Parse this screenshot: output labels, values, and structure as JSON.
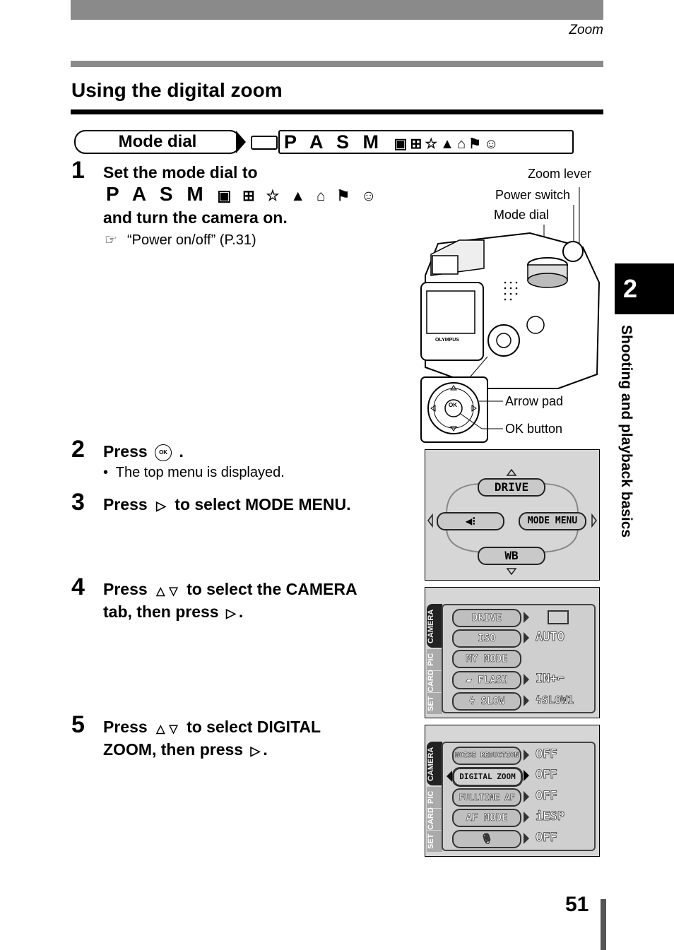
{
  "header": {
    "section": "Zoom"
  },
  "title": "Using the digital zoom",
  "mode_dial": {
    "label": "Mode dial",
    "letters": "P A S M",
    "icons": [
      "my-mode-icon",
      "movie-icon",
      "night-scene-icon",
      "landscape-icon",
      "landscape-portrait-icon",
      "sports-icon",
      "portrait-icon"
    ]
  },
  "steps": [
    {
      "num": "1",
      "line1": "Set the mode dial to",
      "modes": "P A S M",
      "line3": "and turn the camera on.",
      "ref": "“Power on/off” (P.31)"
    },
    {
      "num": "2",
      "pre": "Press",
      "post": ".",
      "bullet_mark": "•",
      "bullet": "The top menu is displayed."
    },
    {
      "num": "3",
      "pre": "Press",
      "post": "to select MODE MENU."
    },
    {
      "num": "4",
      "pre": "Press",
      "mid": "to select the CAMERA",
      "line2a": "tab, then press",
      "line2b": "."
    },
    {
      "num": "5",
      "pre": "Press",
      "mid": "to select DIGITAL",
      "line2a": "ZOOM, then press",
      "line2b": "."
    }
  ],
  "camera_labels": {
    "zoom_lever": "Zoom lever",
    "power_switch": "Power switch",
    "mode_dial": "Mode dial",
    "arrow_pad": "Arrow pad",
    "ok_button": "OK button",
    "brand": "OLYMPUS",
    "ok": "OK"
  },
  "top_menu": {
    "drive": "DRIVE",
    "mode_menu": "MODE MENU",
    "wb": "WB"
  },
  "camera_tabs": [
    "CAMERA",
    "PIC",
    "CARD",
    "SET"
  ],
  "menu1": [
    {
      "item": "DRIVE",
      "value": ""
    },
    {
      "item": "ISO",
      "value": "AUTO"
    },
    {
      "item": "MY MODE",
      "value": ""
    },
    {
      "item": "FLASH",
      "value": "IN+"
    },
    {
      "item": "SLOW",
      "value": "SLOW1"
    }
  ],
  "menu2": [
    {
      "item": "NOISE REDUCTION",
      "value": "OFF"
    },
    {
      "item": "DIGITAL ZOOM",
      "value": "OFF"
    },
    {
      "item": "FULLTIME AF",
      "value": "OFF"
    },
    {
      "item": "AF MODE",
      "value": "iESP"
    },
    {
      "item": "",
      "value": "OFF"
    }
  ],
  "side_tab": {
    "chapter": "2",
    "text": "Shooting and playback basics"
  },
  "page_number": "51"
}
